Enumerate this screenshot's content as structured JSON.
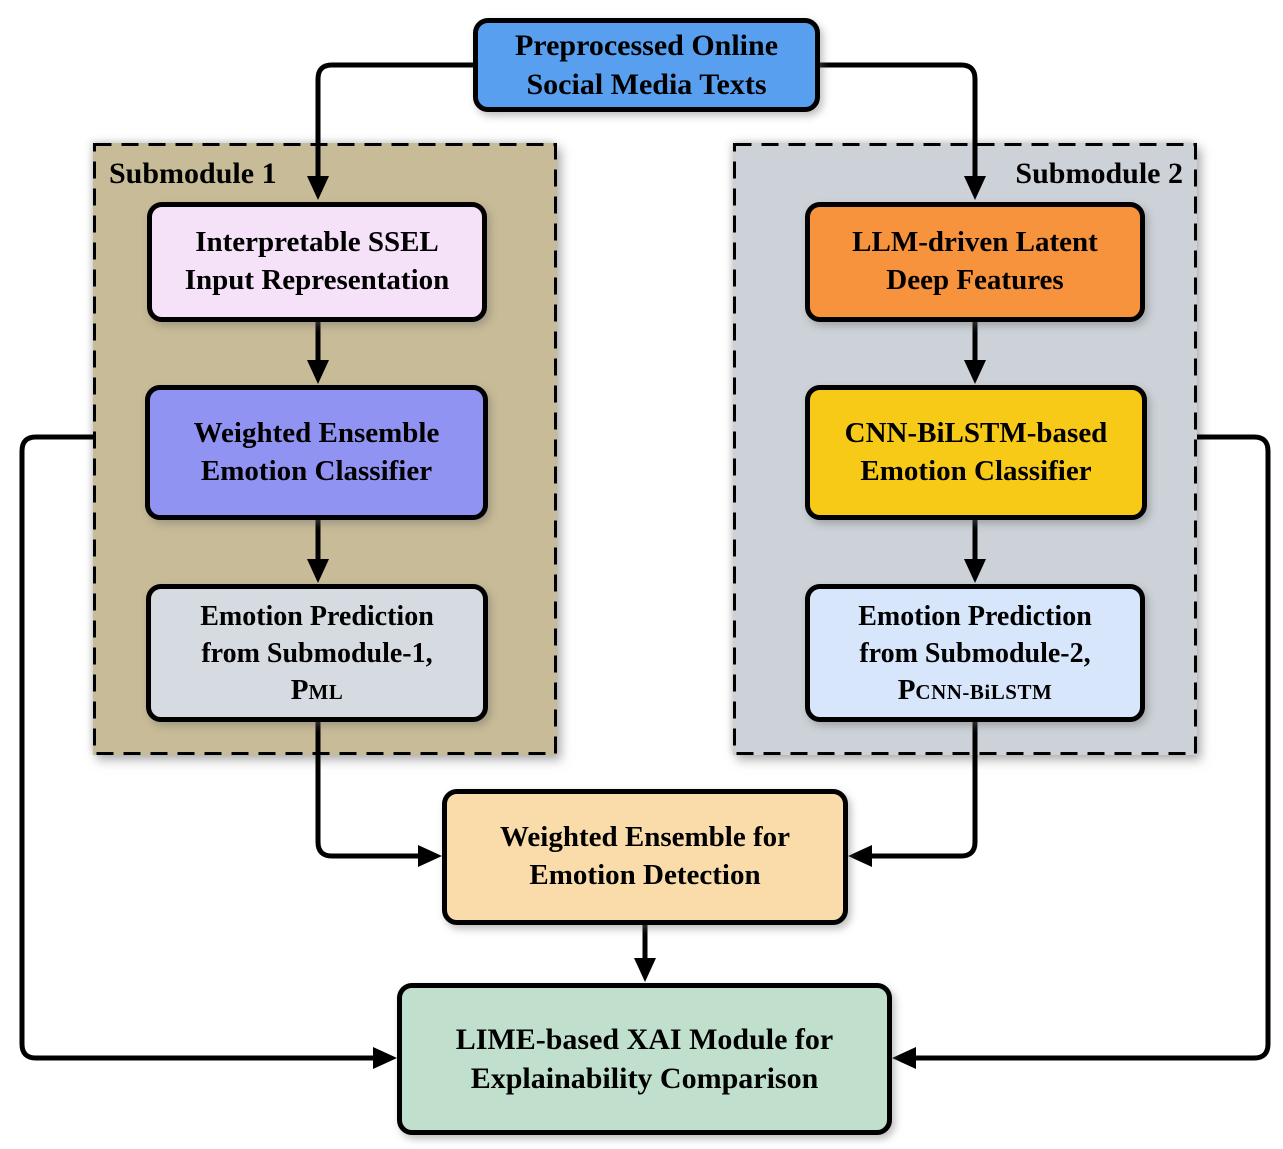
{
  "top_box": {
    "label": "Preprocessed Online\nSocial Media Texts"
  },
  "submodule1": {
    "title": "Submodule 1",
    "input_box": {
      "label": "Interpretable SSEL\nInput Representation"
    },
    "classifier_box": {
      "label": "Weighted Ensemble\nEmotion Classifier"
    },
    "prediction_box": {
      "label": "Emotion Prediction\nfrom Submodule-1,",
      "symbol": "P",
      "symbol_sub": "ML"
    }
  },
  "submodule2": {
    "title": "Submodule 2",
    "features_box": {
      "label": "LLM-driven Latent\nDeep Features"
    },
    "classifier_box": {
      "label": "CNN-BiLSTM-based\nEmotion Classifier"
    },
    "prediction_box": {
      "label": "Emotion Prediction\nfrom Submodule-2,",
      "symbol": "P",
      "symbol_sub": "CNN-BiLSTM"
    }
  },
  "ensemble_box": {
    "label": "Weighted Ensemble for\nEmotion Detection"
  },
  "xai_box": {
    "label": "LIME-based XAI Module for\nExplainability Comparison"
  },
  "colors": {
    "top_box": "#58a0ef",
    "submodule1_bg": "#c8bb97",
    "submodule2_bg": "#ccd2d8",
    "input_box": "#f5e2f9",
    "sm1_classifier_box": "#9193f2",
    "sm1_prediction_box": "#d5dbe0",
    "features_box": "#f7933c",
    "sm2_classifier_box": "#f7ca17",
    "sm2_prediction_box": "#d8e6fc",
    "ensemble_box": "#fadcaa",
    "xai_box": "#c0e0cd",
    "line": "#000000"
  }
}
